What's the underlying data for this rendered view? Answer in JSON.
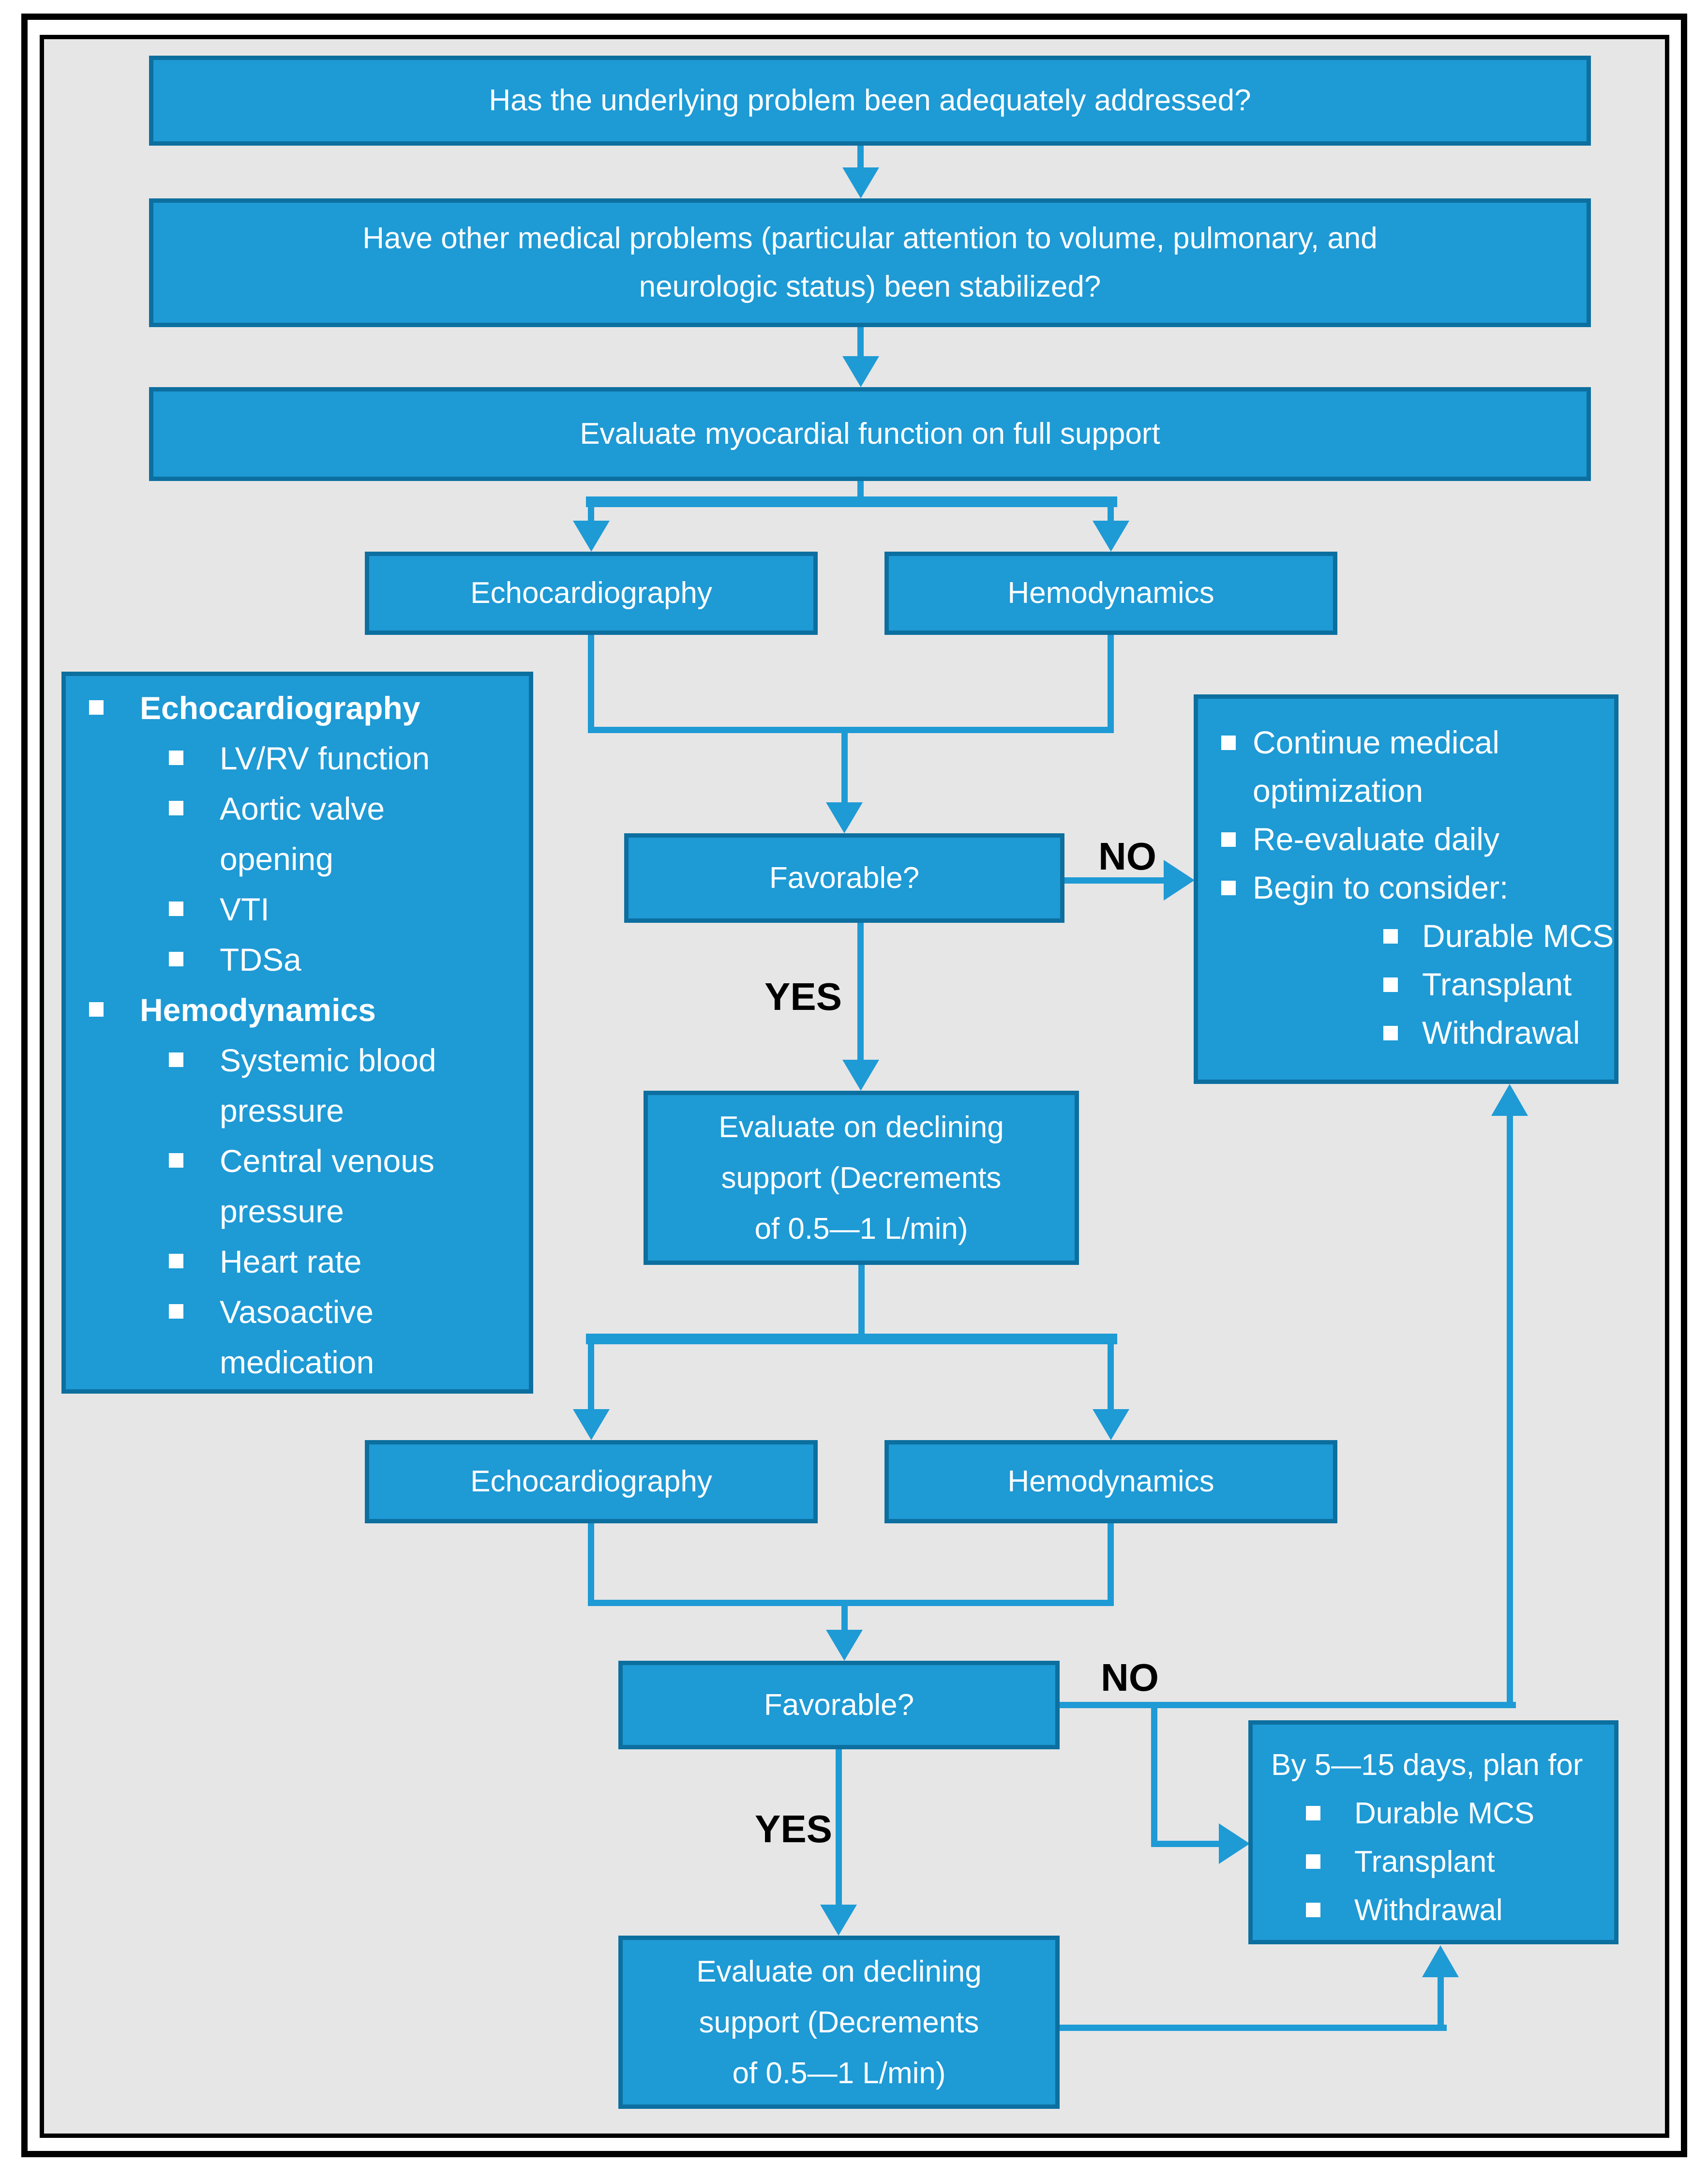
{
  "flowchart": {
    "colors": {
      "box_fill": "#1E9AD5",
      "box_border": "#0C6F9F",
      "background_gray": "#E6E6E6",
      "frame_black": "#000000",
      "box_text": "#FFFFFF",
      "branch_label_text": "#000000"
    },
    "nodes": {
      "q1": "Has the underlying problem been adequately addressed?",
      "q2_lines": [
        "Have other medical problems (particular attention to volume, pulmonary, and",
        "neurologic status) been stabilized?"
      ],
      "evaluate_full_support": "Evaluate myocardial function on full support",
      "echo1": "Echocardiography",
      "hemo1": "Hemodynamics",
      "favorable1": "Favorable?",
      "declining1_lines": [
        "Evaluate on declining",
        "support (Decrements",
        "of 0.5—1 L/min)"
      ],
      "echo2": "Echocardiography",
      "hemo2": "Hemodynamics",
      "favorable2": "Favorable?",
      "declining2_lines": [
        "Evaluate on declining",
        "support (Decrements",
        "of 0.5—1 L/min)"
      ]
    },
    "branch_labels": {
      "no1": "NO",
      "yes1": "YES",
      "no2": "NO",
      "yes2": "YES"
    },
    "info_panel": {
      "echo_header": "Echocardiography",
      "echo_items": [
        "LV/RV function",
        "Aortic valve opening",
        "VTI",
        "TDSa"
      ],
      "hemo_header": "Hemodynamics",
      "hemo_items": [
        "Systemic blood pressure",
        "Central venous pressure",
        "Heart rate",
        "Vasoactive medication"
      ]
    },
    "no1_panel": {
      "items_level1": [
        "Continue medical optimization",
        "Re-evaluate daily",
        "Begin to consider:"
      ],
      "items_level2": [
        "Durable MCS",
        "Transplant",
        "Withdrawal"
      ]
    },
    "no2_panel": {
      "first_line": "By 5—15 days, plan for",
      "items_level2": [
        "Durable MCS",
        "Transplant",
        "Withdrawal"
      ]
    }
  }
}
